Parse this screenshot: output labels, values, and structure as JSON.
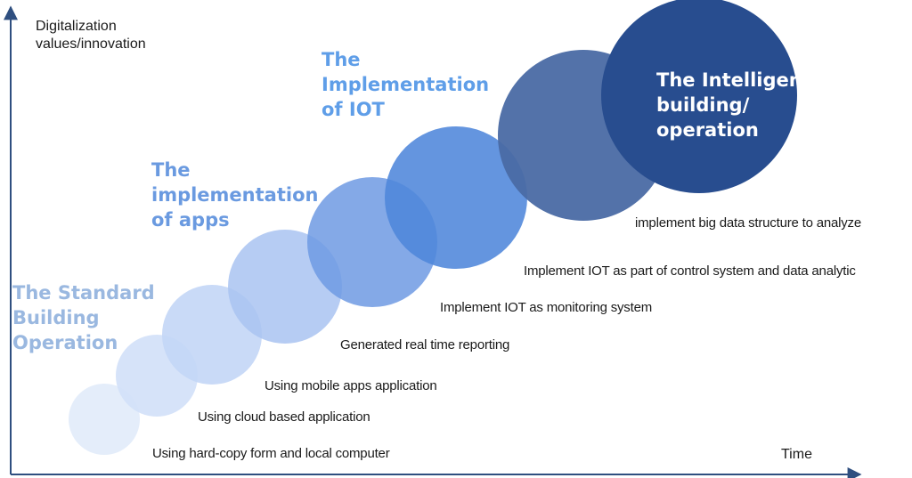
{
  "axes": {
    "y_label_lines": [
      "Digitalization",
      "values/innovation"
    ],
    "x_label": "Time"
  },
  "colors": {
    "axis": "#2f4f80",
    "stage_standard": "#9ab8e0",
    "stage_apps": "#6a9ae0",
    "stage_iot": "#5f9ee8",
    "stage_intelligence": "#ffffff",
    "circles": [
      "#e3ecfa",
      "#d3e1f8",
      "#c3d6f6",
      "#a9c3f1",
      "#6f9ae3",
      "#4f86db",
      "#4a6aa4",
      "#284d8f"
    ]
  },
  "stages": [
    {
      "lines": [
        "The Standard",
        "Building",
        "Operation"
      ]
    },
    {
      "lines": [
        "The",
        "implementation",
        "of apps"
      ]
    },
    {
      "lines": [
        "The",
        "Implementation",
        "of IOT"
      ]
    },
    {
      "lines": [
        "The Intelligence",
        "building/",
        "operation"
      ]
    }
  ],
  "steps": [
    "Using hard-copy form and local computer",
    "Using cloud based application",
    "Using mobile apps application",
    "Generated real time reporting",
    "Implement IOT as monitoring system",
    "Implement IOT as part of control system and data analytic",
    "implement big data structure to analyze"
  ]
}
